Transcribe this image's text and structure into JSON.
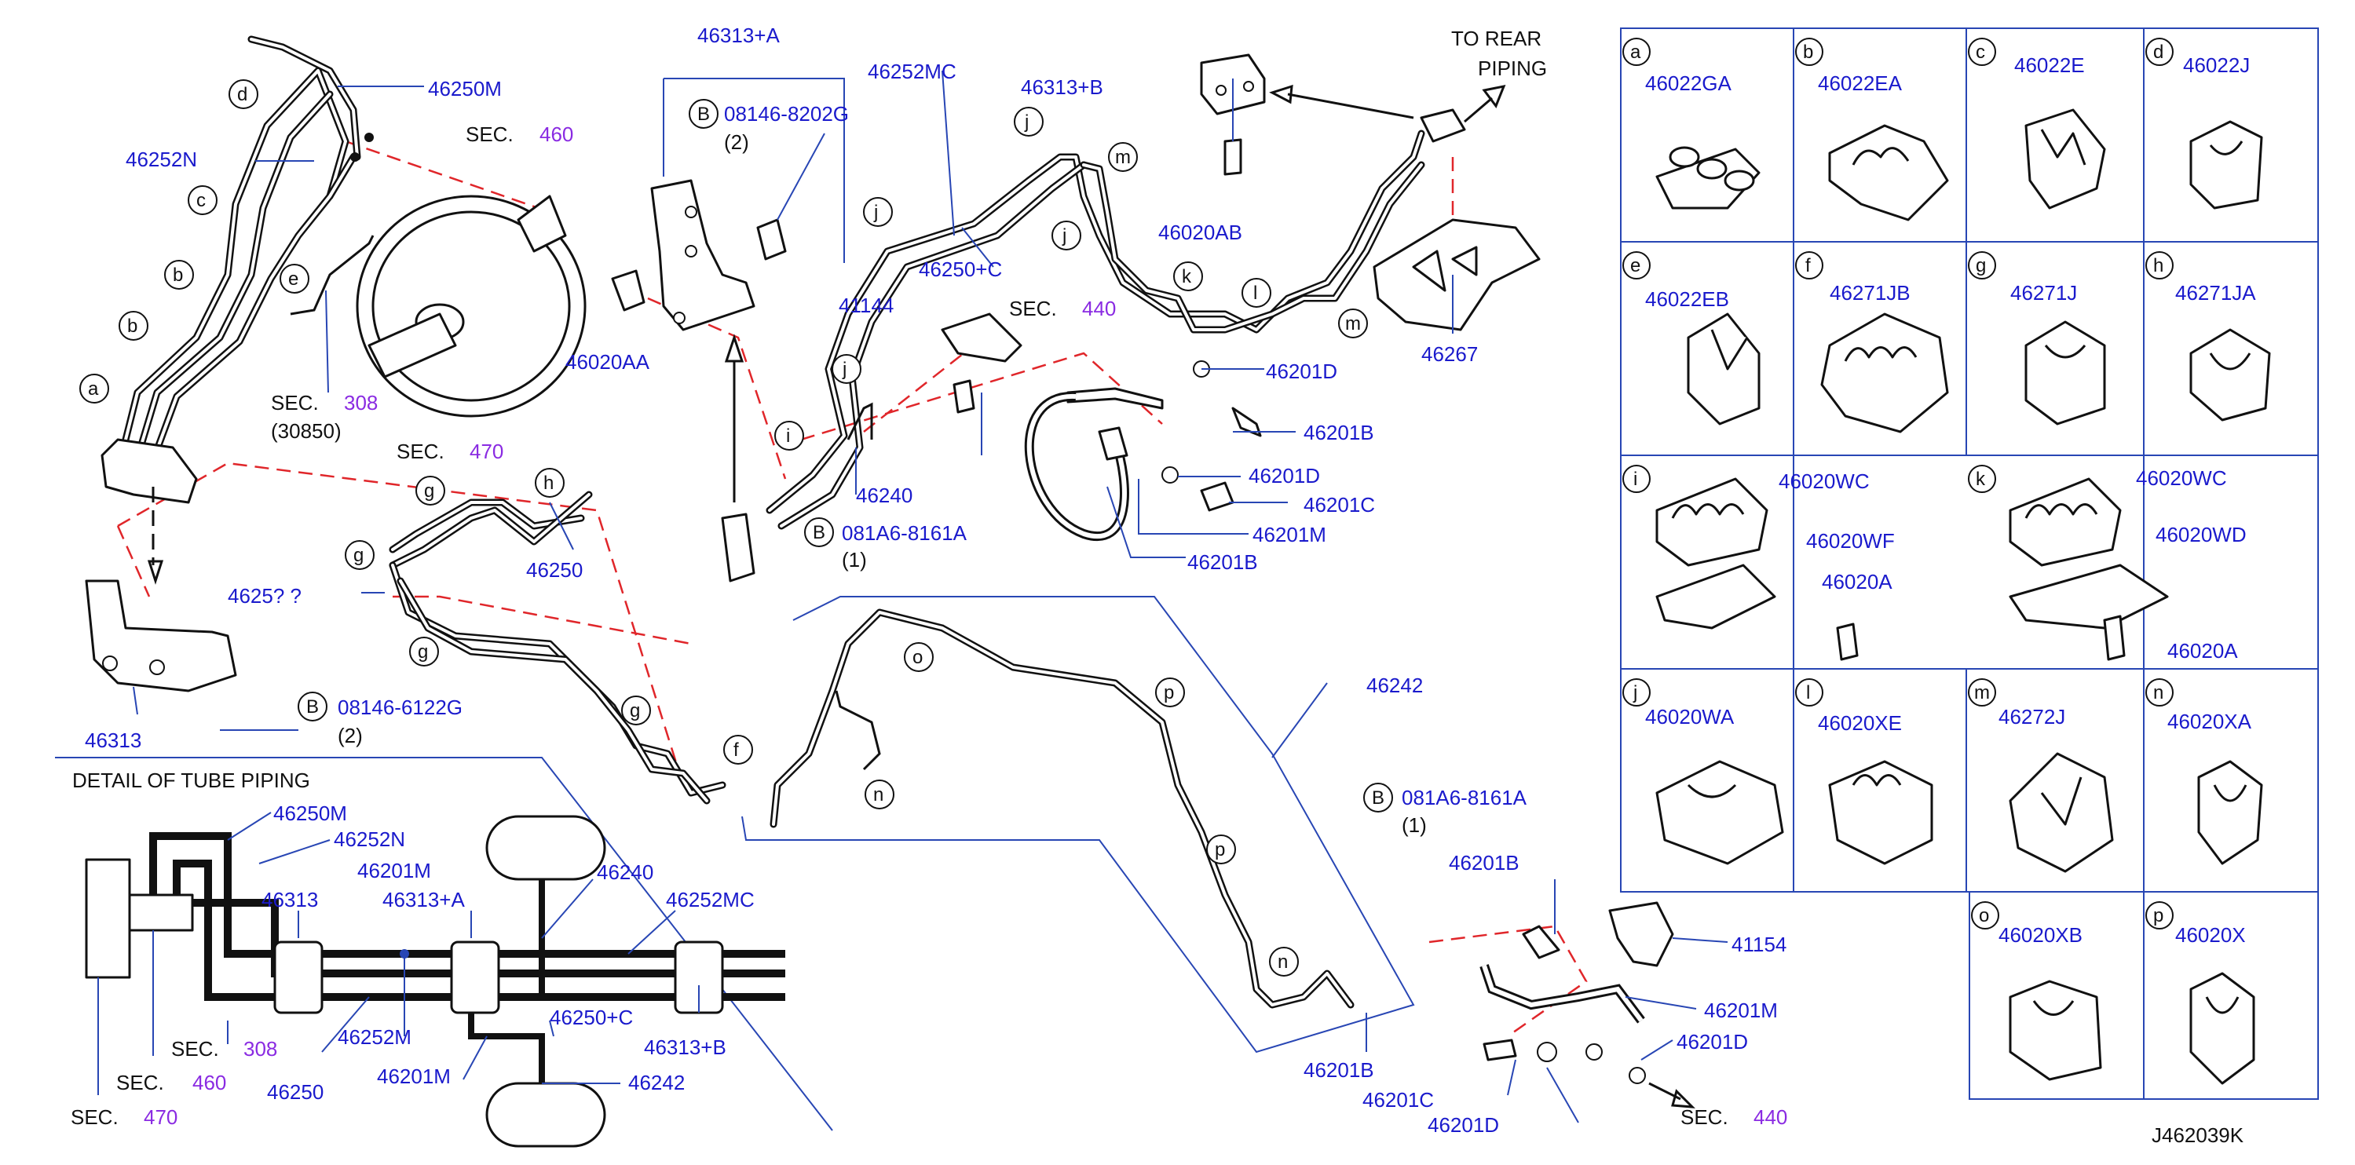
{
  "callouts": {
    "p46250M_top": "46250M",
    "p46252N_top": "46252N",
    "sec460": "SEC.",
    "sec460_num": "460",
    "sec308": "SEC.",
    "sec308_num": "308",
    "sec308_sub": "(30850)",
    "sec470": "SEC.",
    "sec470_num": "470",
    "p46313A": "46313+A",
    "bolt_8202G": "08146-8202G",
    "bolt_8202G_qty": "(2)",
    "p46020AA": "46020AA",
    "p46252MC": "46252MC",
    "p46313B": "46313+B",
    "to_rear": "TO  REAR",
    "piping": "PIPING",
    "p46020AB": "46020AB",
    "p46267": "46267",
    "p46250C": "46250+C",
    "p41144": "41144",
    "sec440_a": "SEC.",
    "sec440_a_num": "440",
    "p46201D_a": "46201D",
    "p46201B_a": "46201B",
    "p46201D_b": "46201D",
    "p46201C_a": "46201C",
    "p46201M_a": "46201M",
    "p46201B_b": "46201B",
    "p46240": "46240",
    "bolt_8161A_a": "081A6-8161A",
    "bolt_8161A_a_qty": "(1)",
    "p46250": "46250",
    "p4625x_partial": "4625? ?",
    "p46313": "46313",
    "bolt_6122G": "08146-6122G",
    "bolt_6122G_qty": "(2)",
    "p46242": "46242",
    "bolt_8161A_b": "081A6-8161A",
    "bolt_8161A_b_qty": "(1)",
    "p46201B_c": "46201B",
    "p41154": "41154",
    "p46201M_b": "46201M",
    "p46201D_c": "46201D",
    "p46201B_d": "46201B",
    "p46201C_b": "46201C",
    "p46201D_d": "46201D",
    "sec440_b": "SEC.",
    "sec440_b_num": "440",
    "diagram_id": "J462039K"
  },
  "detail": {
    "title": "DETAIL  OF  TUBE  PIPING",
    "labels": [
      "46250M",
      "46252N",
      "46201M",
      "46240",
      "46313",
      "46313+A",
      "46252MC",
      "46250+C",
      "46313+B",
      "46252M",
      "46201M",
      "46242",
      "46250"
    ],
    "sec308": "SEC.",
    "sec308_num": "308",
    "sec460": "SEC.",
    "sec460_num": "460",
    "sec470": "SEC.",
    "sec470_num": "470"
  },
  "letters": [
    "a",
    "b",
    "b",
    "c",
    "d",
    "e",
    "f",
    "g",
    "g",
    "g",
    "g",
    "h",
    "i",
    "j",
    "j",
    "j",
    "k",
    "l",
    "m",
    "m",
    "n",
    "n",
    "o",
    "p",
    "p"
  ],
  "clip_table": [
    {
      "letter": "a",
      "part": "46022GA"
    },
    {
      "letter": "b",
      "part": "46022EA"
    },
    {
      "letter": "c",
      "part": "46022E"
    },
    {
      "letter": "d",
      "part": "46022J"
    },
    {
      "letter": "e",
      "part": "46022EB"
    },
    {
      "letter": "f",
      "part": "46271JB"
    },
    {
      "letter": "g",
      "part": "46271J"
    },
    {
      "letter": "h",
      "part": "46271JA"
    },
    {
      "letter": "i",
      "part": "46020WC",
      "part2": "46020WF",
      "part3": "46020A"
    },
    {
      "letter": "k",
      "part": "46020WC",
      "part2": "46020WD",
      "part3": "46020A"
    },
    {
      "letter": "j",
      "part": "46020WA"
    },
    {
      "letter": "l",
      "part": "46020XE"
    },
    {
      "letter": "m",
      "part": "46272J"
    },
    {
      "letter": "n",
      "part": "46020XA"
    },
    {
      "letter": "o",
      "part": "46020XB"
    },
    {
      "letter": "p",
      "part": "46020X"
    }
  ],
  "colors": {
    "part_label": "#1a1acc",
    "sec_number": "#8a2be2",
    "leader": "#2846b4",
    "hidden_line": "#e0262a"
  }
}
